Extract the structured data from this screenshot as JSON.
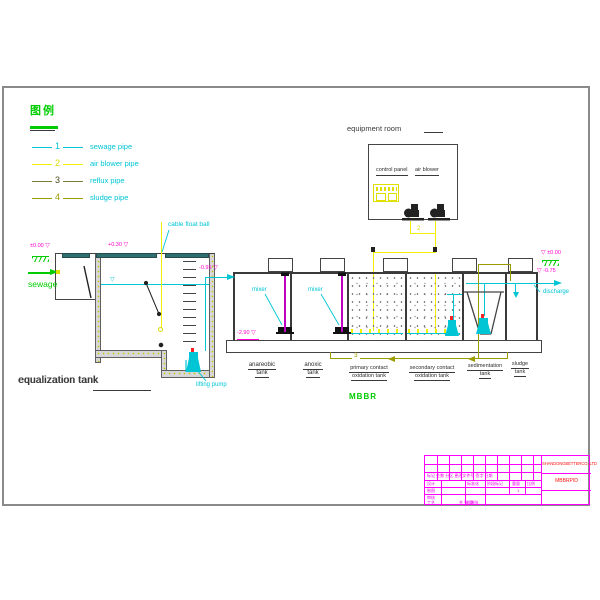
{
  "colors": {
    "cyan": "#00C5D4",
    "green": "#00CC00",
    "yellow": "#F0F000",
    "olive": "#9C9C00",
    "magenta": "#FF00CC",
    "block_magenta": "#FF00FF",
    "red": "#FF1111",
    "teal": "#2E6F6F"
  },
  "legend": {
    "title": "图例",
    "items": [
      {
        "num": "1",
        "label": "sewage pipe"
      },
      {
        "num": "2",
        "label": "air blower pipe"
      },
      {
        "num": "3",
        "label": "reflux pipe"
      },
      {
        "num": "4",
        "label": "sludge pipe"
      }
    ]
  },
  "equipment_room": {
    "title": "equipment room",
    "control_panel_label": "control panel",
    "air_blower_label": "air blower",
    "air_pipe_number": "2"
  },
  "flow": {
    "sewage": "sewage",
    "discharge": "discharge",
    "reflux_number": "3"
  },
  "equalization": {
    "name": "equalization tank",
    "cable_float_ball": "cable float ball",
    "lifting_pump": "lifting pump"
  },
  "mixers": {
    "label": "mixer"
  },
  "process_label": "MBBR",
  "elevations": {
    "inlet_ground": "±0.00",
    "tank_top_left": "+0.30",
    "transfer": "-0.95",
    "tank_bottom": "-2.90",
    "outlet_ground": "±0.00",
    "discharge_level": "-0.75"
  },
  "tanks": [
    {
      "line1": "anareobic",
      "line2": "tank"
    },
    {
      "line1": "anoxic",
      "line2": "tank"
    },
    {
      "line1": "primary contact",
      "line2": "oxidation tank"
    },
    {
      "line1": "secondary contact",
      "line2": "oxidation tank"
    },
    {
      "line1": "sedimentation",
      "line2": "tank"
    },
    {
      "line1": "sludge",
      "line2": "tank"
    }
  ],
  "title_block": {
    "company": "SHANDONGBETTERCO.,LTD",
    "drawing_no": "MBBRPID",
    "revision_header": "标记 处数 分区 更改文件号 签字 日期",
    "roles": [
      "设计",
      "制图",
      "审核",
      "工艺"
    ],
    "standardization": "标准化",
    "approval": "批准",
    "stage_mark": "阶段标记",
    "weight": "重量",
    "scale": "比例",
    "scale_value": "1",
    "sheet_info": "共 张 第 张"
  }
}
